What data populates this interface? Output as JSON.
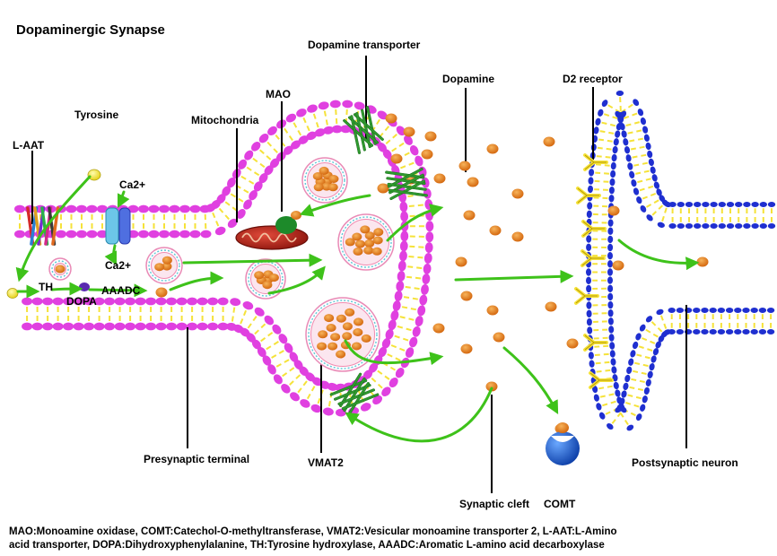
{
  "title": "Dopaminergic Synapse",
  "labels": {
    "dopamine_transporter": "Dopamine transporter",
    "dopamine": "Dopamine",
    "d2_receptor": "D2  receptor",
    "mao": "MAO",
    "tyrosine": "Tyrosine",
    "mitochondria": "Mitochondria",
    "l_aat": "L-AAT",
    "ca2_channel": "Ca2+",
    "ca2_inside": "Ca2+",
    "th": "TH",
    "dopa": "DOPA",
    "aaadc": "AAADC",
    "presynaptic_terminal": "Presynaptic terminal",
    "vmat2": "VMAT2",
    "synaptic_cleft": "Synaptic cleft",
    "comt": "COMT",
    "postsynaptic_neuron": "Postsynaptic neuron"
  },
  "footnote": {
    "line1": "MAO:Monoamine oxidase, COMT:Catechol-O-methyltransferase, VMAT2:Vesicular monoamine transporter 2, L-AAT:L-Amino",
    "line2": "acid transporter, DOPA:Dihydroxyphenylalanine, TH:Tyrosine hydroxylase, AAADC:Aromatic L-amino acid decarboxylase"
  },
  "colors": {
    "lipid_head": "#e040e0",
    "lipid_tail": "#f5e23a",
    "dopamine": "#e8801e",
    "arrow": "#3ec21a",
    "post_head": "#1f2fd0",
    "transporter": "#2f9a2f",
    "mitochondria": "#c0281c",
    "comt": "#1565d8"
  }
}
